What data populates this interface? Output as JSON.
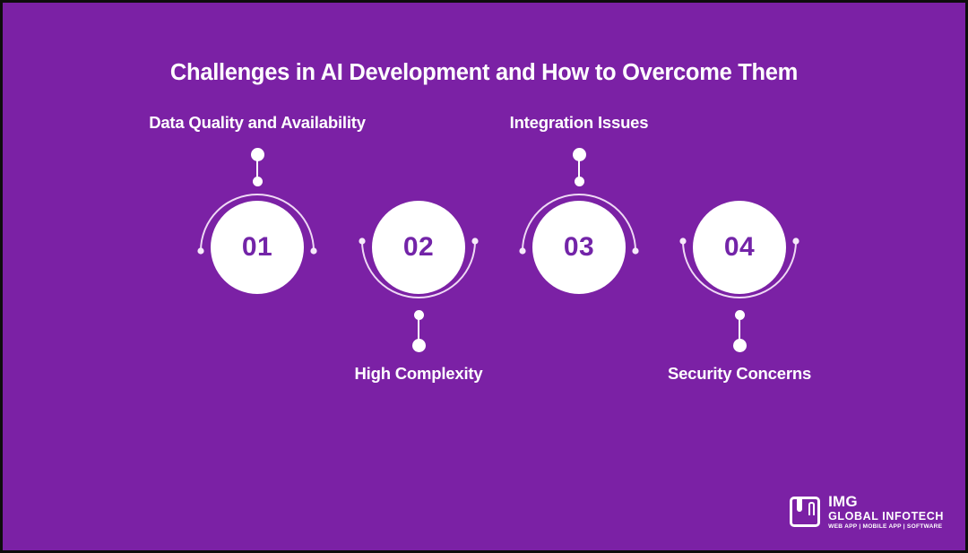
{
  "slide": {
    "title": "Challenges in AI Development and How to Overcome Them",
    "background_color": "#7B21A5",
    "accent_color": "#7324A8",
    "text_color": "#FFFFFF"
  },
  "steps": [
    {
      "number": "01",
      "label": "Data Quality and Availability",
      "arc_position": "top",
      "label_position": "above"
    },
    {
      "number": "02",
      "label": "High Complexity",
      "arc_position": "bottom",
      "label_position": "below"
    },
    {
      "number": "03",
      "label": "Integration Issues",
      "arc_position": "top",
      "label_position": "above"
    },
    {
      "number": "04",
      "label": "Security Concerns",
      "arc_position": "bottom",
      "label_position": "below"
    }
  ],
  "logo": {
    "name": "IMG",
    "subtitle": "GLOBAL INFOTECH",
    "tagline": "WEB APP | MOBILE APP | SOFTWARE"
  }
}
